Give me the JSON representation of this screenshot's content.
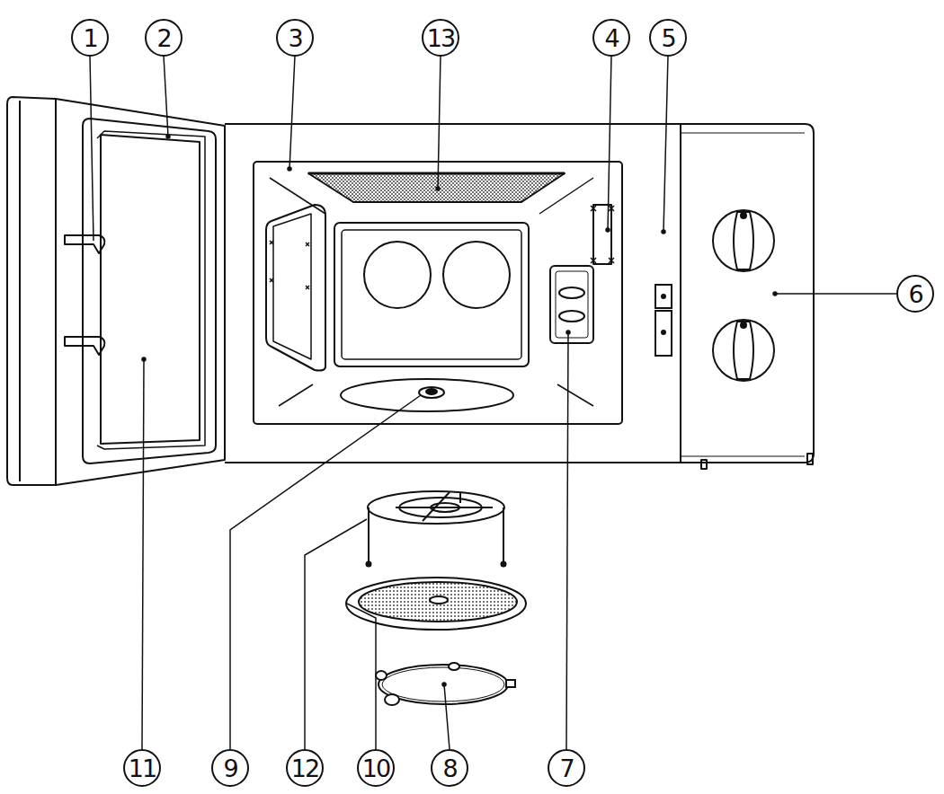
{
  "diagram": {
    "labels": [
      "1",
      "2",
      "3",
      "13",
      "4",
      "5",
      "6",
      "11",
      "9",
      "12",
      "10",
      "8",
      "7"
    ]
  }
}
